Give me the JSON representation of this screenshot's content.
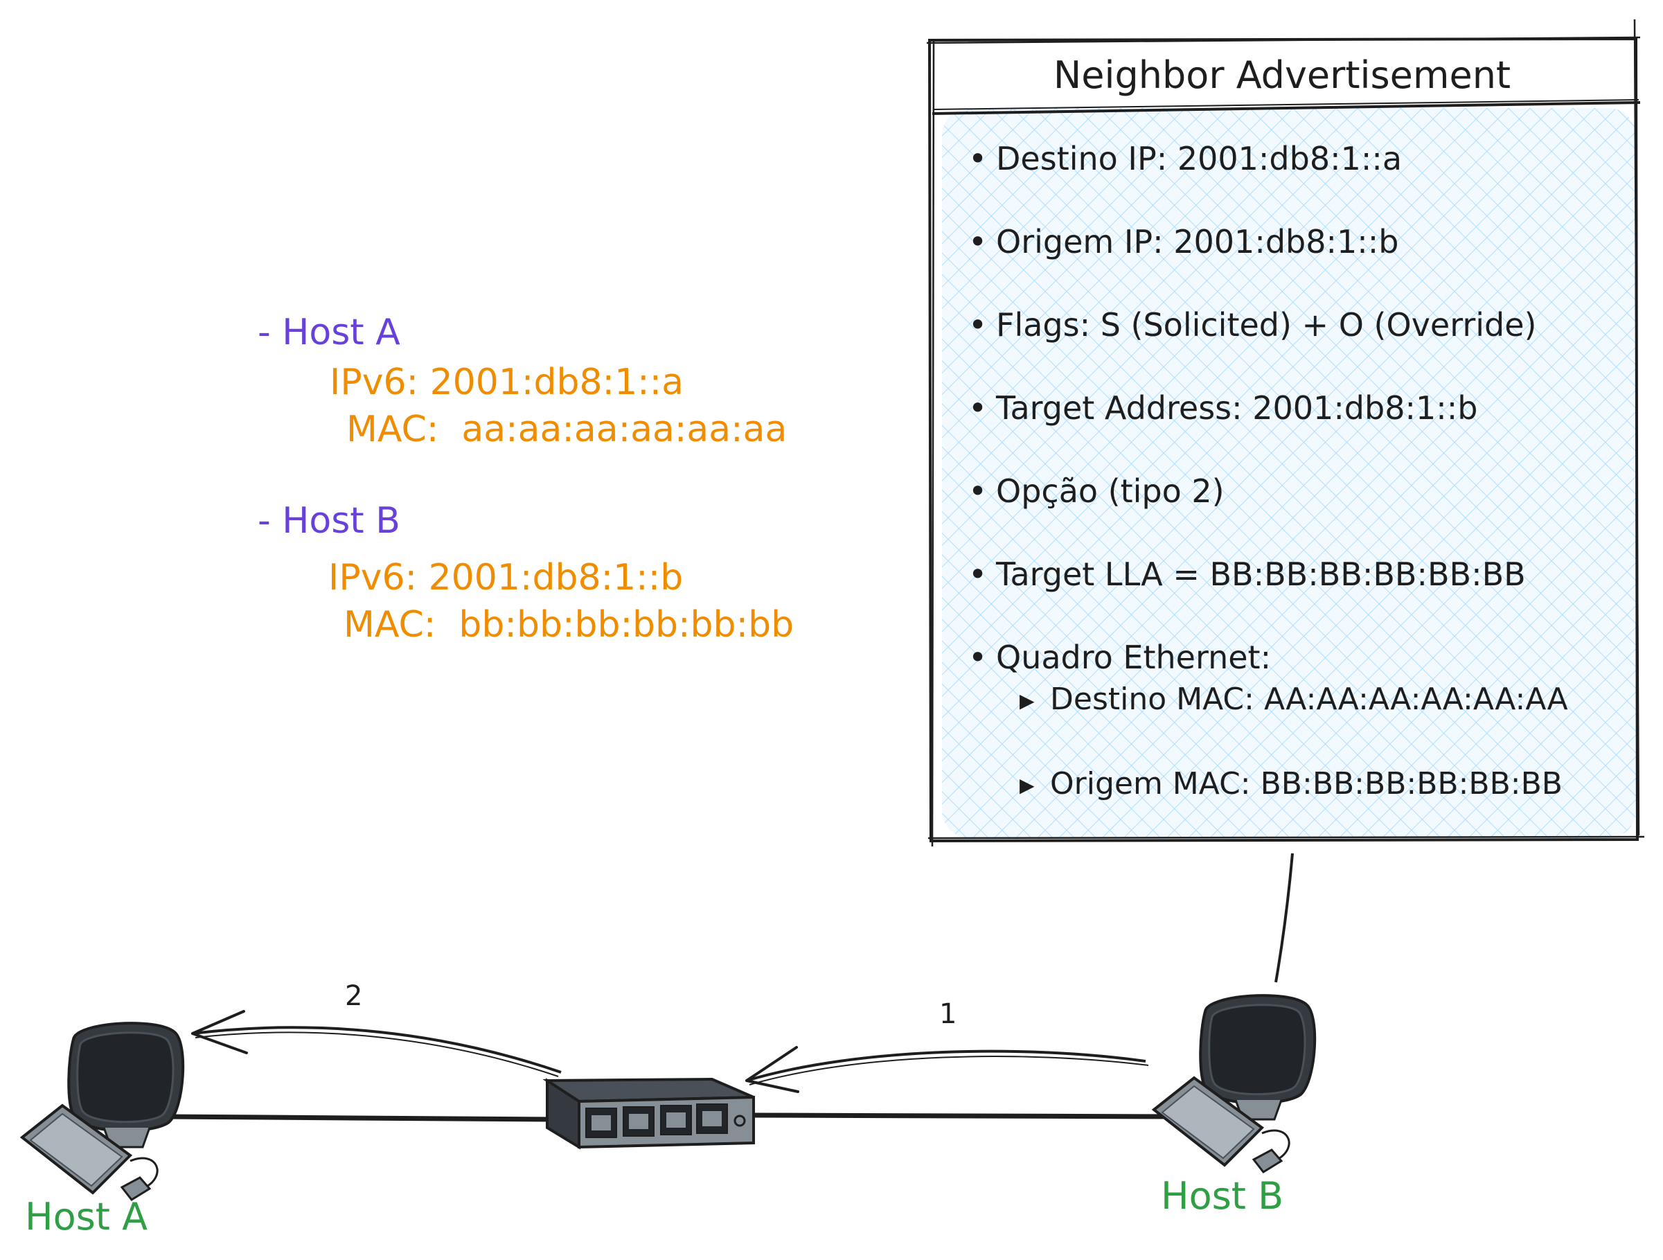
{
  "hosts_info": [
    {
      "title": "- Host A",
      "ipv6": "IPv6: 2001:db8:1::a",
      "mac": "MAC:  aa:aa:aa:aa:aa:aa"
    },
    {
      "title": "- Host B",
      "ipv6": "IPv6: 2001:db8:1::b",
      "mac": "MAC:  bb:bb:bb:bb:bb:bb"
    }
  ],
  "neighbor_advertisement": {
    "title": "Neighbor Advertisement",
    "bullets": [
      "Destino IP: 2001:db8:1::a",
      "Origem IP: 2001:db8:1::b",
      "Flags: S (Solicited) + O (Override)",
      "Target Address: 2001:db8:1::b",
      "Opção (tipo 2)",
      "Target LLA = BB:BB:BB:BB:BB:BB",
      "Quadro Ethernet:"
    ],
    "sub_bullets": [
      "Destino MAC: AA:AA:AA:AA:AA:AA",
      "Origem MAC: BB:BB:BB:BB:BB:BB"
    ]
  },
  "labels": {
    "host_a": "Host A",
    "host_b": "Host B"
  },
  "steps": {
    "one": "1",
    "two": "2"
  },
  "colors": {
    "host_info_title": "#6741d9",
    "host_info_value": "#f08c00",
    "host_label": "#2f9e44",
    "panel_fill": "#e7f5ff",
    "stroke": "#1e1e1e",
    "device_dark": "#343a40"
  },
  "icons": {
    "computer": "computer-icon",
    "switch": "network-switch-icon"
  }
}
